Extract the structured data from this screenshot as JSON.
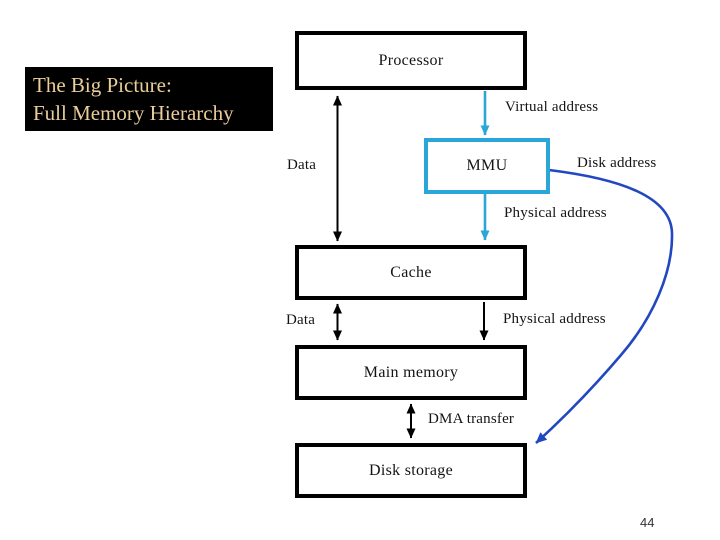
{
  "colors": {
    "accent_cyan": "#2BA6D9",
    "accent_blue": "#2147C1",
    "ink": "#000000",
    "title_bg": "#000000",
    "title_text": "#EACD99"
  },
  "title": {
    "line1": "The Big Picture:",
    "line2": "Full Memory Hierarchy"
  },
  "diagram": {
    "nodes": {
      "processor": "Processor",
      "mmu": "MMU",
      "cache": "Cache",
      "main_memory": "Main memory",
      "disk_storage": "Disk storage"
    },
    "edge_labels": {
      "virtual_address": "Virtual address",
      "data_top": "Data",
      "disk_address": "Disk address",
      "physical_address_top": "Physical address",
      "data_bottom": "Data",
      "physical_address_bottom": "Physical address",
      "dma_transfer": "DMA transfer"
    }
  },
  "footer": {
    "page_number": "44"
  }
}
